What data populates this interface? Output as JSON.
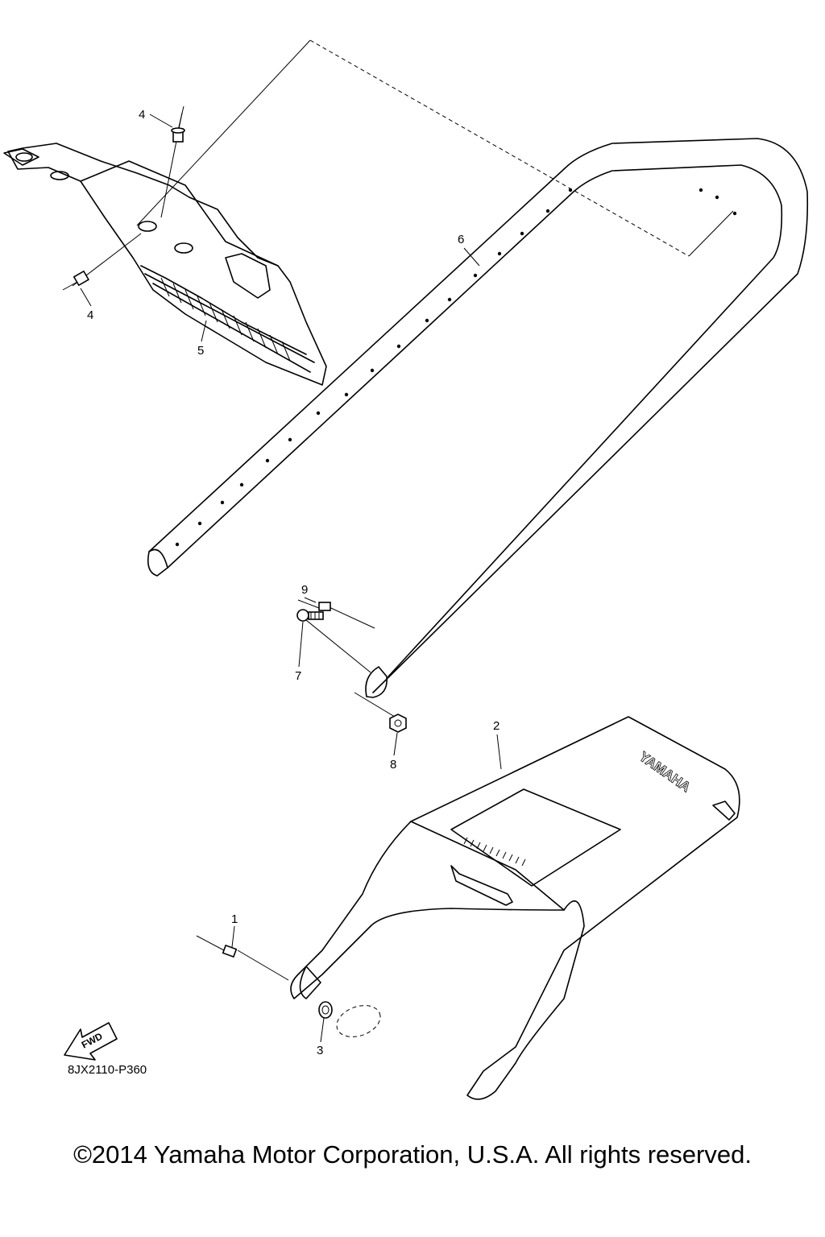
{
  "diagram": {
    "callouts": [
      {
        "id": "1",
        "label": "1"
      },
      {
        "id": "2",
        "label": "2"
      },
      {
        "id": "3",
        "label": "3"
      },
      {
        "id": "4a",
        "label": "4"
      },
      {
        "id": "4b",
        "label": "4"
      },
      {
        "id": "5",
        "label": "5"
      },
      {
        "id": "6",
        "label": "6"
      },
      {
        "id": "7",
        "label": "7"
      },
      {
        "id": "8",
        "label": "8"
      },
      {
        "id": "9",
        "label": "9"
      }
    ],
    "fwd_label": "FWD",
    "brand_mark": "YAMAHA",
    "diagram_code": "8JX2110-P360"
  },
  "footer": {
    "copyright": "©2014 Yamaha Motor Corporation, U.S.A. All rights reserved."
  }
}
